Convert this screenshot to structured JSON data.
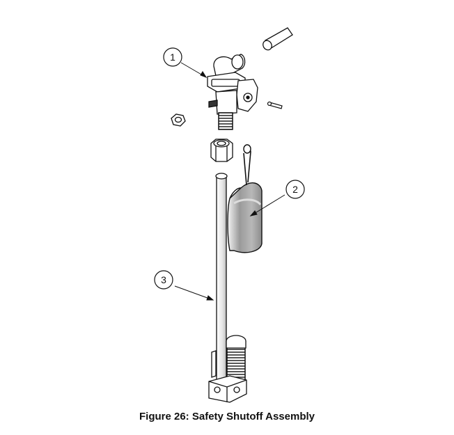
{
  "callouts": [
    {
      "id": "1",
      "part": "valve-body"
    },
    {
      "id": "2",
      "part": "float"
    },
    {
      "id": "3",
      "part": "float-rod"
    }
  ],
  "caption": "Figure 26: Safety Shutoff Assembly"
}
